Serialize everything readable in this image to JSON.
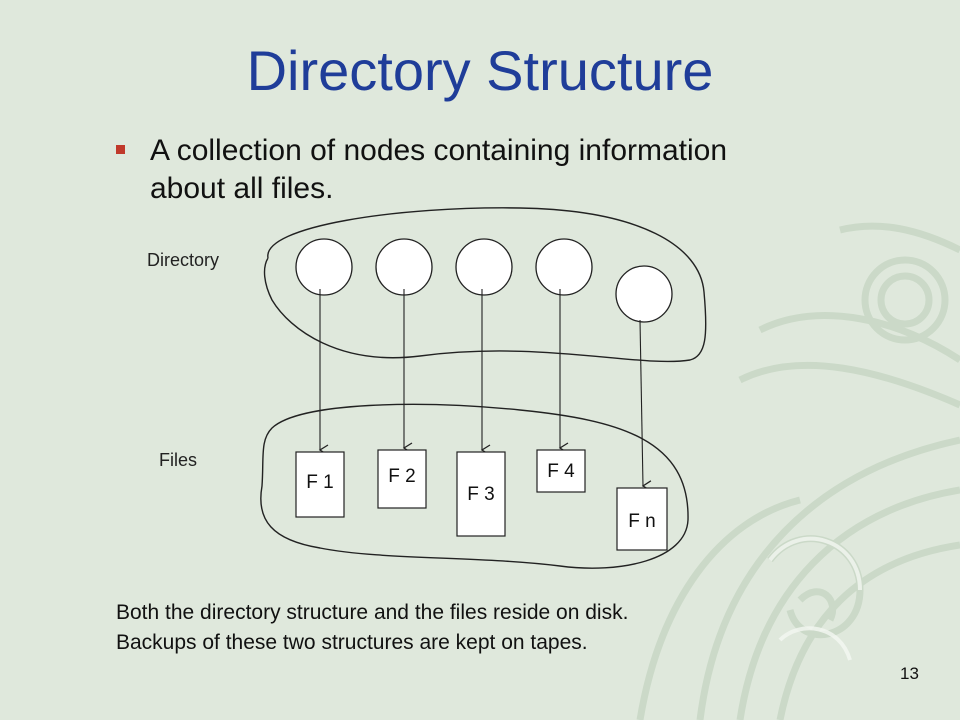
{
  "slide": {
    "title": "Directory Structure",
    "bullet": "A collection of nodes containing information about all files.",
    "footer_line1": "Both the directory structure and the files reside on disk.",
    "footer_line2": "Backups of these two structures are kept on tapes.",
    "page_number": "13"
  },
  "diagram": {
    "directory_label": "Directory",
    "files_label": "Files",
    "files": [
      {
        "label": "F 1"
      },
      {
        "label": "F 2"
      },
      {
        "label": "F 3"
      },
      {
        "label": "F 4"
      },
      {
        "label": "F n"
      }
    ]
  },
  "colors": {
    "background": "#dfe8dc",
    "title": "#1f3d99",
    "bullet": "#c0392b"
  }
}
